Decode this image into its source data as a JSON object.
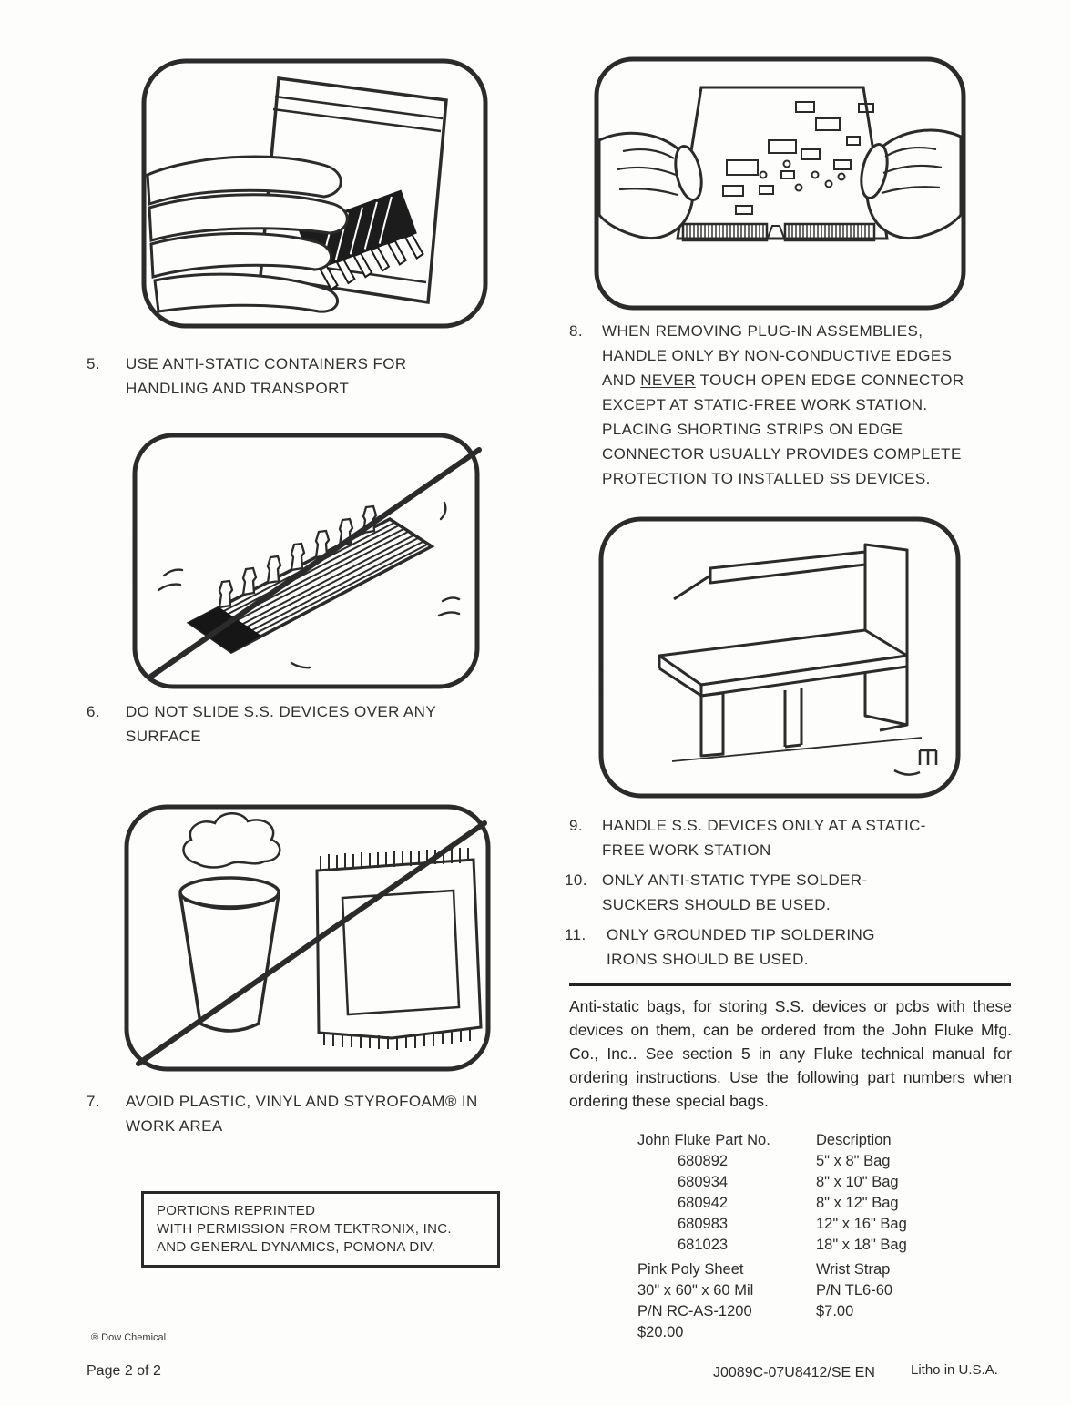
{
  "figures": {
    "fig_bag": "hand-holding-anti-static-bag-with-ic",
    "fig_slide": "ic-device-sliding-crossed-out",
    "fig_styrofoam": "styrofoam-cup-and-plastic-crossed-out",
    "fig_pcb": "hands-holding-pcb-by-edges",
    "fig_workstation": "static-free-work-station-bench"
  },
  "items": {
    "i5": {
      "num": "5.",
      "text": "USE ANTI-STATIC CONTAINERS FOR HANDLING AND TRANSPORT"
    },
    "i6": {
      "num": "6.",
      "text": "DO NOT SLIDE S.S. DEVICES OVER ANY SURFACE"
    },
    "i7": {
      "num": "7.",
      "text": "AVOID PLASTIC, VINYL AND STYROFOAM® IN WORK AREA"
    },
    "i8": {
      "num": "8.",
      "pre": "WHEN REMOVING PLUG-IN ASSEMBLIES, HANDLE ONLY BY NON-CONDUCTIVE EDGES AND ",
      "underlined": "NEVER",
      "post": " TOUCH OPEN EDGE CONNECTOR EXCEPT AT STATIC-FREE WORK STATION. PLACING SHORTING STRIPS ON EDGE CONNECTOR USUALLY PROVIDES COMPLETE PROTECTION TO INSTALLED SS DEVICES."
    },
    "i9": {
      "num": "9.",
      "text": "HANDLE S.S. DEVICES ONLY AT A STATIC-FREE WORK STATION"
    },
    "i10": {
      "num": "10.",
      "text": "ONLY ANTI-STATIC TYPE SOLDER-SUCKERS SHOULD BE USED."
    },
    "i11": {
      "num": "11.",
      "text": "ONLY GROUNDED TIP SOLDERING IRONS SHOULD BE USED."
    }
  },
  "permission_box": {
    "line1": "PORTIONS REPRINTED",
    "line2": "WITH PERMISSION FROM TEKTRONIX, INC.",
    "line3": "AND GENERAL DYNAMICS, POMONA DIV."
  },
  "ordering": {
    "intro": "Anti-static bags, for storing S.S. devices or pcbs with these devices on them, can be ordered from the John Fluke Mfg. Co., Inc.. See section 5 in any Fluke technical manual for ordering instructions. Use the following part numbers when ordering these special bags.",
    "col_part": "John Fluke Part No.",
    "col_desc": "Description",
    "rows": [
      {
        "part": "680892",
        "desc": "5\" x 8\" Bag"
      },
      {
        "part": "680934",
        "desc": "8\" x 10\" Bag"
      },
      {
        "part": "680942",
        "desc": "8\" x 12\" Bag"
      },
      {
        "part": "680983",
        "desc": "12\" x 16\" Bag"
      },
      {
        "part": "681023",
        "desc": "18\" x 18\" Bag"
      }
    ],
    "pink_poly": {
      "l1": "Pink Poly Sheet",
      "l2": "30\" x 60\" x 60 Mil",
      "l3": "P/N RC-AS-1200",
      "l4": "$20.00"
    },
    "wrist_strap": {
      "l1": "Wrist Strap",
      "l2": "P/N TL6-60",
      "l3": "$7.00"
    }
  },
  "footer": {
    "dow_note": "® Dow Chemical",
    "page_number": "Page 2 of 2",
    "doc_code": "J0089C-07U8412/SE EN",
    "litho": "Litho in U.S.A."
  }
}
